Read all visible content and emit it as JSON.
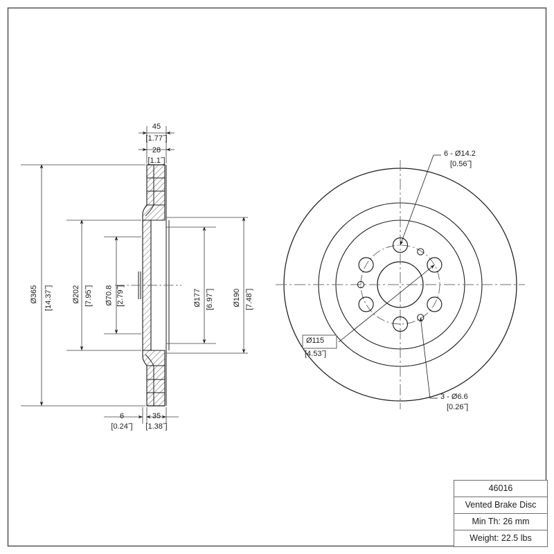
{
  "sheet": {
    "border": true,
    "line_color": "#1b1b1b"
  },
  "title_block": {
    "part_number": "46016",
    "description": "Vented Brake Disc",
    "min_thickness": "Min Th: 26 mm",
    "weight": "Weight: 22.5 lbs"
  },
  "section_view": {
    "top_dimensions": [
      {
        "metric": "45",
        "imperial": "[1.77˝]"
      },
      {
        "metric": "28",
        "imperial": "[1.1˝]"
      }
    ],
    "left_dimensions": [
      {
        "metric": "Ø365",
        "imperial": "[14.37˝]"
      },
      {
        "metric": "Ø202",
        "imperial": "[7.95˝]"
      },
      {
        "metric": "Ø70.8",
        "imperial": "[2.79˝]"
      }
    ],
    "right_dimensions": [
      {
        "metric": "Ø177",
        "imperial": "[6.97˝]"
      },
      {
        "metric": "Ø190",
        "imperial": "[7.48˝]"
      }
    ],
    "bottom_dimensions": [
      {
        "metric": "6",
        "imperial": "[0.24˝]"
      },
      {
        "metric": "35",
        "imperial": "[1.38˝]"
      }
    ]
  },
  "front_view": {
    "callouts": [
      {
        "metric": "6 - Ø14.2",
        "imperial": "[0.56˝]"
      },
      {
        "metric": "3 - Ø6.6",
        "imperial": "[0.26˝]"
      }
    ],
    "boxed_callout": {
      "metric": "Ø115",
      "imperial": "[4.53˝]"
    }
  },
  "chart_data": {
    "type": "table",
    "title": "46016 Vented Brake Disc Engineering Drawing",
    "views": [
      "cross-section side view",
      "front face view"
    ],
    "dimensions_mm": {
      "outer_diameter": 365,
      "hat_outer_diameter": 202,
      "center_bore": 70.8,
      "vane_inner_diameter": 177,
      "vane_outer_diameter": 190,
      "bolt_circle": 115,
      "overall_thickness": 45,
      "friction_ring_thickness": 28,
      "hat_wall": 6,
      "hat_depth": 35,
      "min_thickness": 26
    },
    "holes": [
      {
        "count": 6,
        "diameter_mm": 14.2,
        "diameter_in": 0.56
      },
      {
        "count": 3,
        "diameter_mm": 6.6,
        "diameter_in": 0.26
      }
    ],
    "weight_lbs": 22.5
  }
}
